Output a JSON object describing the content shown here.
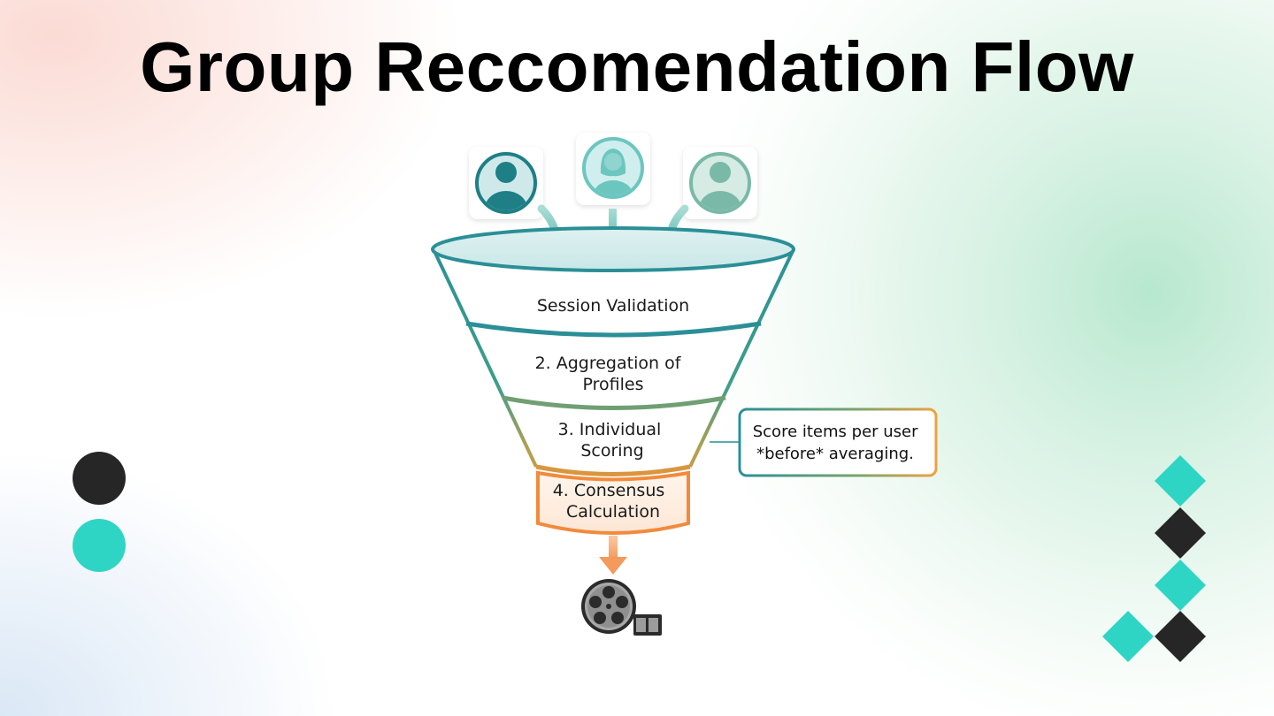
{
  "title": "Group Reccomendation Flow",
  "stages": [
    {
      "lines": [
        "Session Validation"
      ]
    },
    {
      "lines": [
        "2. Aggregation of",
        "Profiles"
      ]
    },
    {
      "lines": [
        "3. Individual",
        "Scoring"
      ]
    },
    {
      "lines": [
        "4. Consensus",
        "Calculation"
      ]
    }
  ],
  "note": {
    "lines": [
      "Score items per user",
      "*before* averaging."
    ]
  },
  "icons": {
    "users": [
      "user-male-icon",
      "user-female-icon",
      "user-male-icon"
    ],
    "output": "film-reel-icon"
  },
  "colors": {
    "teal": "#2a8f97",
    "mint": "#2fd5c4",
    "orange": "#f28a3c",
    "dark": "#262626"
  }
}
